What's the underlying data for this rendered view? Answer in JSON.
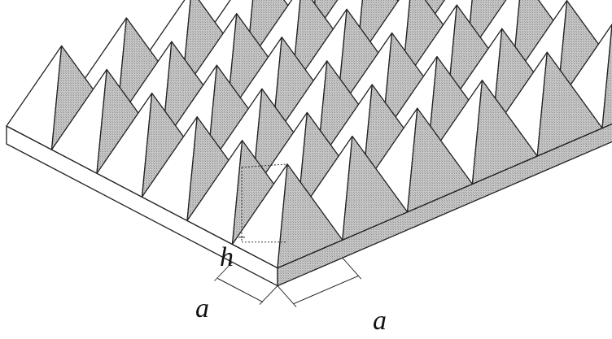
{
  "labels": {
    "height": "h",
    "pitch_left": "a",
    "pitch_right": "a"
  },
  "colors": {
    "outline": "#222222",
    "lit_face": "#ffffff",
    "shaded_face": "#b9b9b9",
    "base_side": "#c4c4c4"
  }
}
